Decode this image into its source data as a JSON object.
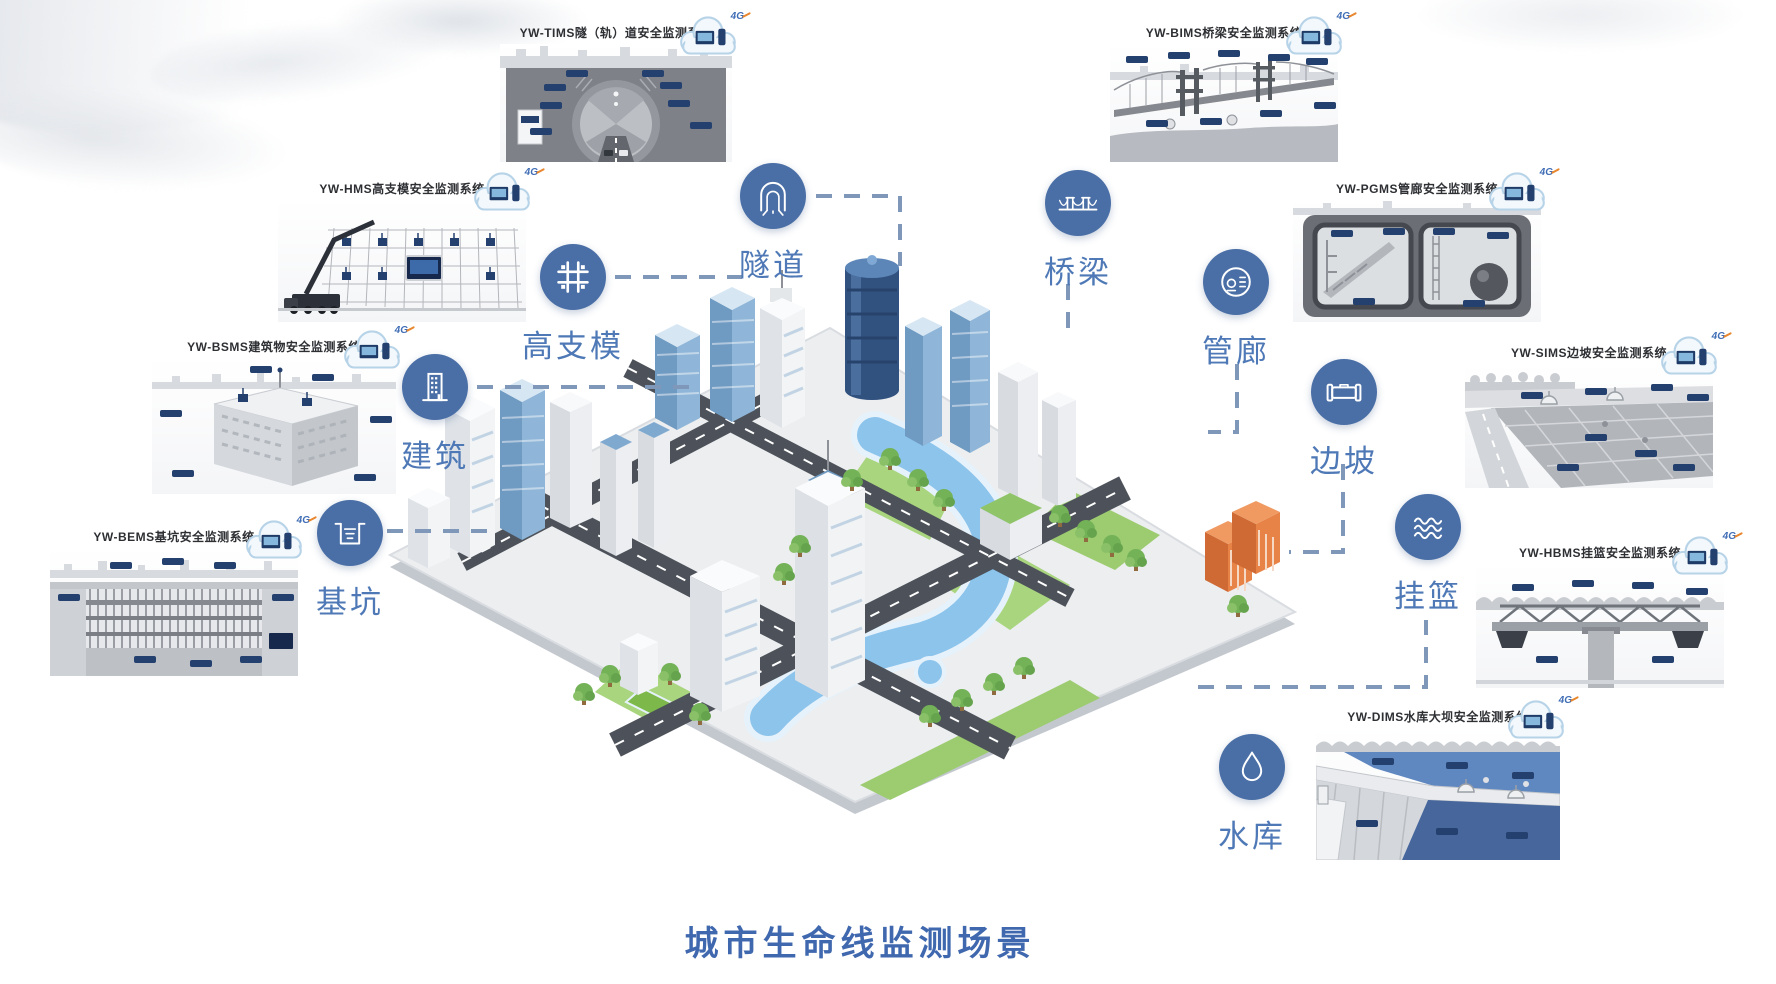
{
  "page_title": "城市生命线监测场景",
  "common": {
    "cloud_badge": "4G"
  },
  "nodes": {
    "tunnel": {
      "label": "隧道"
    },
    "bridge": {
      "label": "桥梁"
    },
    "formwork": {
      "label": "高支模"
    },
    "gallery": {
      "label": "管廊"
    },
    "building": {
      "label": "建筑"
    },
    "slope": {
      "label": "边坡"
    },
    "pit": {
      "label": "基坑"
    },
    "basket": {
      "label": "挂篮"
    },
    "reservoir": {
      "label": "水库"
    }
  },
  "systems": {
    "tims": {
      "title": "YW-TIMS隧（轨）道安全监测系统"
    },
    "bims": {
      "title": "YW-BIMS桥梁安全监测系统"
    },
    "hms": {
      "title": "YW-HMS高支模安全监测系统"
    },
    "bsms": {
      "title": "YW-BSMS建筑物安全监测系统"
    },
    "bems": {
      "title": "YW-BEMS基坑安全监测系统"
    },
    "pgms": {
      "title": "YW-PGMS管廊安全监测系统"
    },
    "sims": {
      "title": "YW-SIMS边坡安全监测系统"
    },
    "hbms": {
      "title": "YW-HBMS挂篮安全监测系统"
    },
    "dims": {
      "title": "YW-DIMS水库大坝安全监测系统"
    }
  },
  "colors": {
    "icon_circle_blue": "#4a6fa6",
    "label_blue": "#4e79b6",
    "heading_blue": "#3f68ae",
    "connector_blue": "#7f97b8",
    "sensor_navy": "#24406e"
  }
}
